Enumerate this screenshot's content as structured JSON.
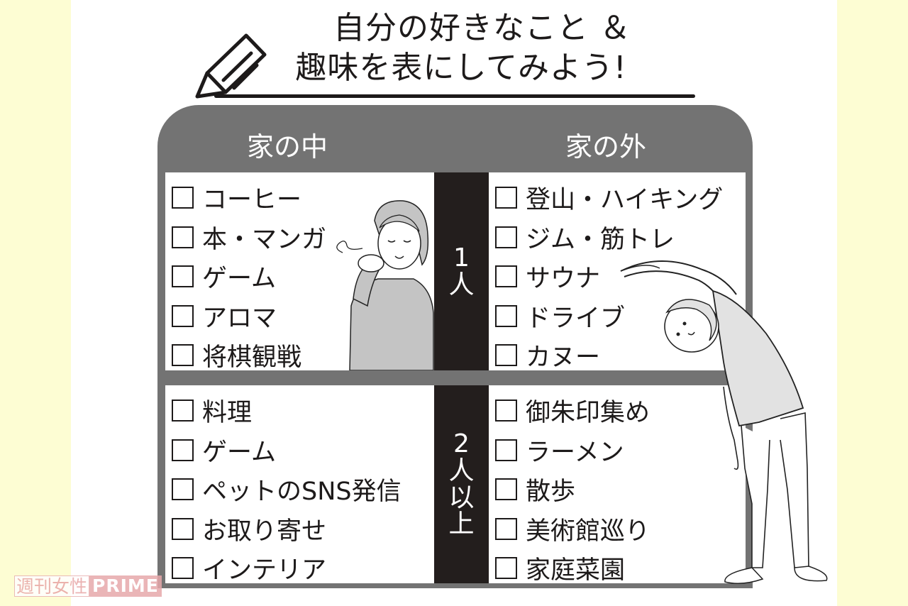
{
  "title": {
    "line1": "自分の好きなこと ＆",
    "line2": "趣味を表にしてみよう!"
  },
  "icons": {
    "pencil": "pencil-icon",
    "checkbox": "checkbox-icon"
  },
  "columns": {
    "inside": "家の中",
    "outside": "家の外"
  },
  "rows": {
    "solo": {
      "label_chars": [
        "1",
        "人"
      ]
    },
    "group": {
      "label_chars": [
        "2",
        "人",
        "以",
        "上"
      ]
    }
  },
  "lists": {
    "inside_solo": [
      "コーヒー",
      "本・マンガ",
      "ゲーム",
      "アロマ",
      "将棋観戦"
    ],
    "outside_solo": [
      "登山・ハイキング",
      "ジム・筋トレ",
      "サウナ",
      "ドライブ",
      "カヌー"
    ],
    "inside_group": [
      "料理",
      "ゲーム",
      "ペットのSNS発信",
      "お取り寄せ",
      "インテリア"
    ],
    "outside_group": [
      "御朱印集め",
      "ラーメン",
      "散歩",
      "美術館巡り",
      "家庭菜園"
    ]
  },
  "watermark": {
    "part1": "週刊女性",
    "part2": "PRIME"
  },
  "colors": {
    "side_margin": "#fdfdd3",
    "board_gray": "#737373",
    "divider_dark": "#231e1d",
    "text": "#1d1a1a",
    "watermark_pink": "#e7a9ab"
  }
}
